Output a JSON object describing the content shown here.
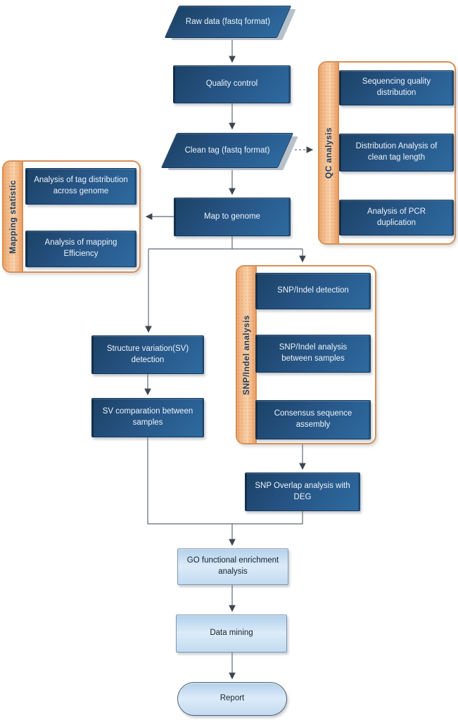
{
  "diagram": {
    "type": "flowchart",
    "colors": {
      "node_dark_gradient_top": "#1c4266",
      "node_dark_gradient_bottom": "#2e6ba0",
      "node_dark_border": "#16375a",
      "node_dark_text": "#edf3f9",
      "node_light_fill": "#cfe3f4",
      "node_light_border": "#7f97b4",
      "node_light_text": "#17222e",
      "group_border": "#d88f55",
      "group_strip_fill": "#f5c392",
      "group_label_text": "#1d3c5e",
      "connector": "#5f6b78",
      "background": "#ffffff"
    }
  },
  "nodes": {
    "raw_data": {
      "label": "Raw data (fastq format)",
      "shape": "parallelogram"
    },
    "quality_control": {
      "label": "Quality control",
      "shape": "rect-dark"
    },
    "clean_tag": {
      "label": "Clean tag (fastq format)",
      "shape": "parallelogram"
    },
    "map_to_genome": {
      "label": "Map to genome",
      "shape": "rect-dark"
    },
    "sv_detection": {
      "label": "Structure variation(SV) detection",
      "shape": "rect-dark"
    },
    "sv_comparation": {
      "label": "SV comparation between samples",
      "shape": "rect-dark"
    },
    "snp_overlap": {
      "label": "SNP Overlap analysis with DEG",
      "shape": "rect-dark"
    },
    "go_enrichment": {
      "label": "GO functional enrichment analysis",
      "shape": "rect-light"
    },
    "data_mining": {
      "label": "Data mining",
      "shape": "rect-light"
    },
    "report": {
      "label": "Report",
      "shape": "stadium-light"
    }
  },
  "groups": {
    "qc": {
      "label": "QC analysis",
      "items": [
        "Sequencing quality distribution",
        "Distribution Analysis of clean tag length",
        "Analysis of PCR duplication"
      ]
    },
    "mapping": {
      "label": "Mapping statistic",
      "items": [
        "Analysis of tag distribution across genome",
        "Analysis of mapping Efficiency"
      ]
    },
    "snp": {
      "label": "SNP/Indel analysis",
      "items": [
        "SNP/Indel detection",
        "SNP/Indel analysis between samples",
        "Consensus sequence assembly"
      ]
    }
  }
}
